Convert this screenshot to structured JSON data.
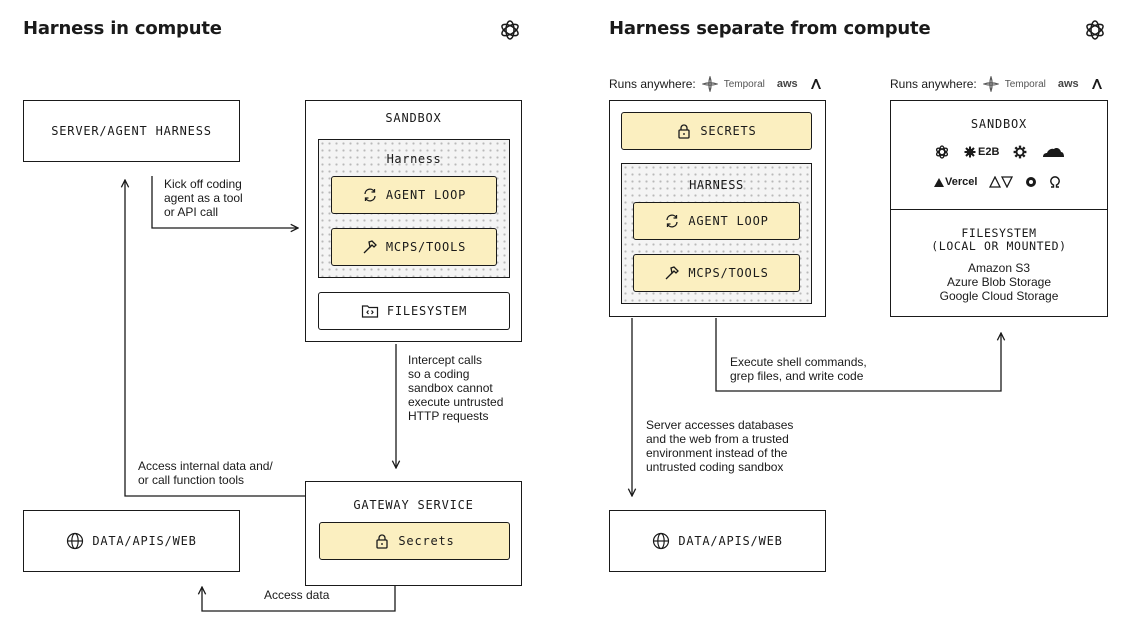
{
  "left": {
    "title": "Harness in compute",
    "server_box": "SERVER/AGENT HARNESS",
    "sandbox": {
      "title": "SANDBOX",
      "harness_label": "Harness",
      "agent_loop": "AGENT LOOP",
      "mcps_tools": "MCPS/TOOLS",
      "filesystem": "FILESYSTEM"
    },
    "gateway": {
      "title": "GATEWAY SERVICE",
      "secrets": "Secrets"
    },
    "data_box": "DATA/APIS/WEB",
    "notes": {
      "kickoff": [
        "Kick off coding",
        "agent as a tool",
        "or API call"
      ],
      "intercept": [
        "Intercept calls",
        "so a coding",
        "sandbox cannot",
        "execute untrusted",
        "HTTP requests"
      ],
      "access_internal": [
        "Access internal data and/",
        "or call function tools"
      ],
      "access_data": "Access data"
    }
  },
  "right": {
    "title": "Harness separate from compute",
    "runs_anywhere_label": "Runs anywhere:",
    "temporal_label": "Temporal",
    "aws_label": "aws",
    "harness_box": {
      "secrets": "SECRETS",
      "harness_label": "HARNESS",
      "agent_loop": "AGENT LOOP",
      "mcps_tools": "MCPS/TOOLS"
    },
    "sandbox": {
      "title": "SANDBOX",
      "e2b_label": "E2B",
      "vercel_label": "Vercel",
      "filesystem_title": [
        "FILESYSTEM",
        "(LOCAL OR MOUNTED)"
      ],
      "storage": [
        "Amazon S3",
        "Azure Blob Storage",
        "Google Cloud Storage"
      ]
    },
    "data_box": "DATA/APIS/WEB",
    "notes": {
      "execute": [
        "Execute shell commands,",
        "grep files, and write code"
      ],
      "server_access": [
        "Server accesses databases",
        "and the web from a trusted",
        "environment instead of the",
        "untrusted coding sandbox"
      ]
    }
  }
}
